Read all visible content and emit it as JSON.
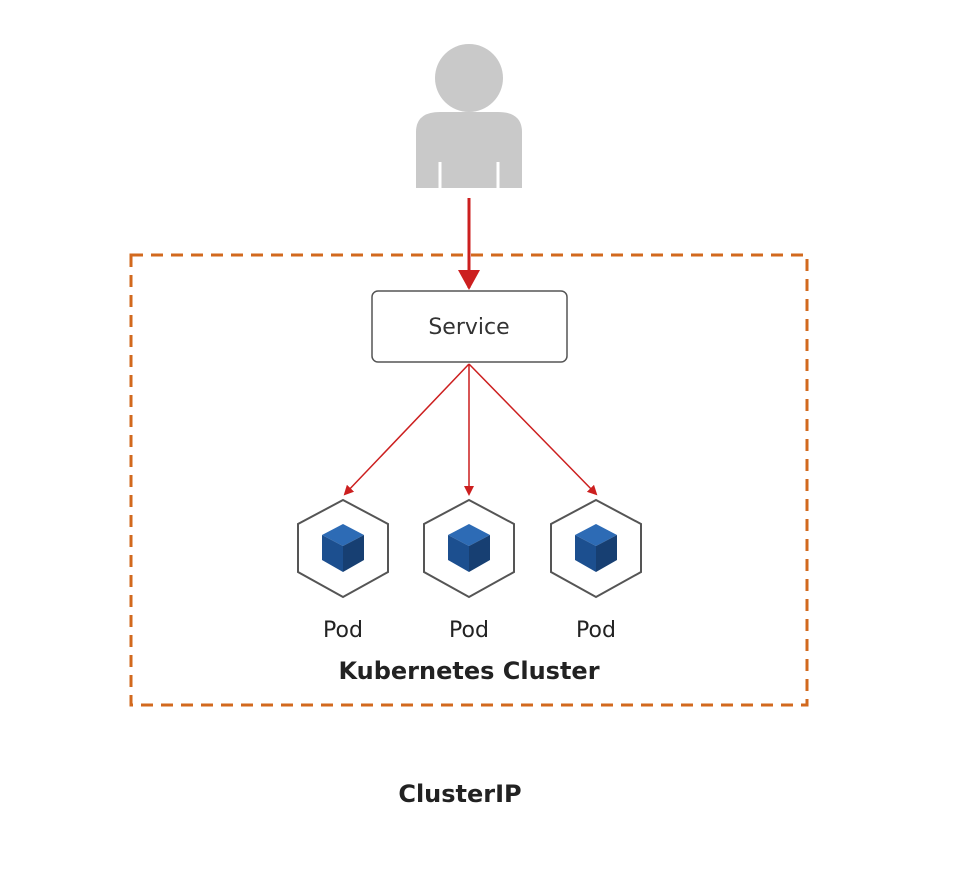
{
  "diagram": {
    "service_label": "Service",
    "pods": [
      {
        "label": "Pod"
      },
      {
        "label": "Pod"
      },
      {
        "label": "Pod"
      }
    ],
    "cluster_label": "Kubernetes Cluster",
    "caption": "ClusterIP"
  },
  "colors": {
    "arrow": "#cc1f1f",
    "cluster_border": "#d2691e",
    "pod_cube": "#1c4f8f",
    "user_icon": "#c9c9c9"
  },
  "icons": {
    "user": "user-icon",
    "pod": "pod-cube-icon"
  }
}
